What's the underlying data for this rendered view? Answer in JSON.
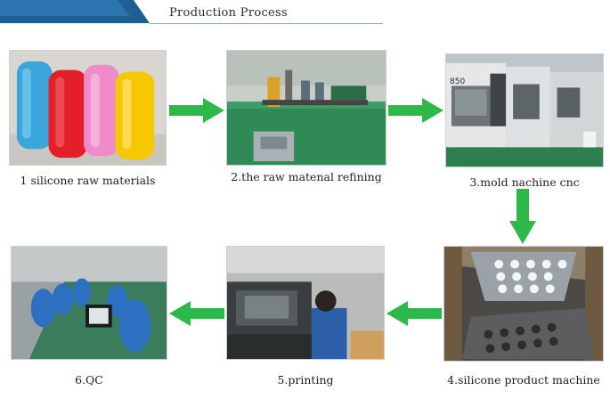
{
  "header": {
    "title": "Production Process"
  },
  "colors": {
    "arrow": "#2db84a",
    "header_accent": "#1f5f94",
    "header_rule": "#8fa9bf"
  },
  "steps": [
    {
      "caption": "1 silicone raw materials"
    },
    {
      "caption": "2.the raw matenal refining"
    },
    {
      "caption": "3.mold nachine cnc"
    },
    {
      "caption": "4.silicone product machine"
    },
    {
      "caption": "5.printing"
    },
    {
      "caption": "6.QC"
    }
  ],
  "machine_label": "850"
}
